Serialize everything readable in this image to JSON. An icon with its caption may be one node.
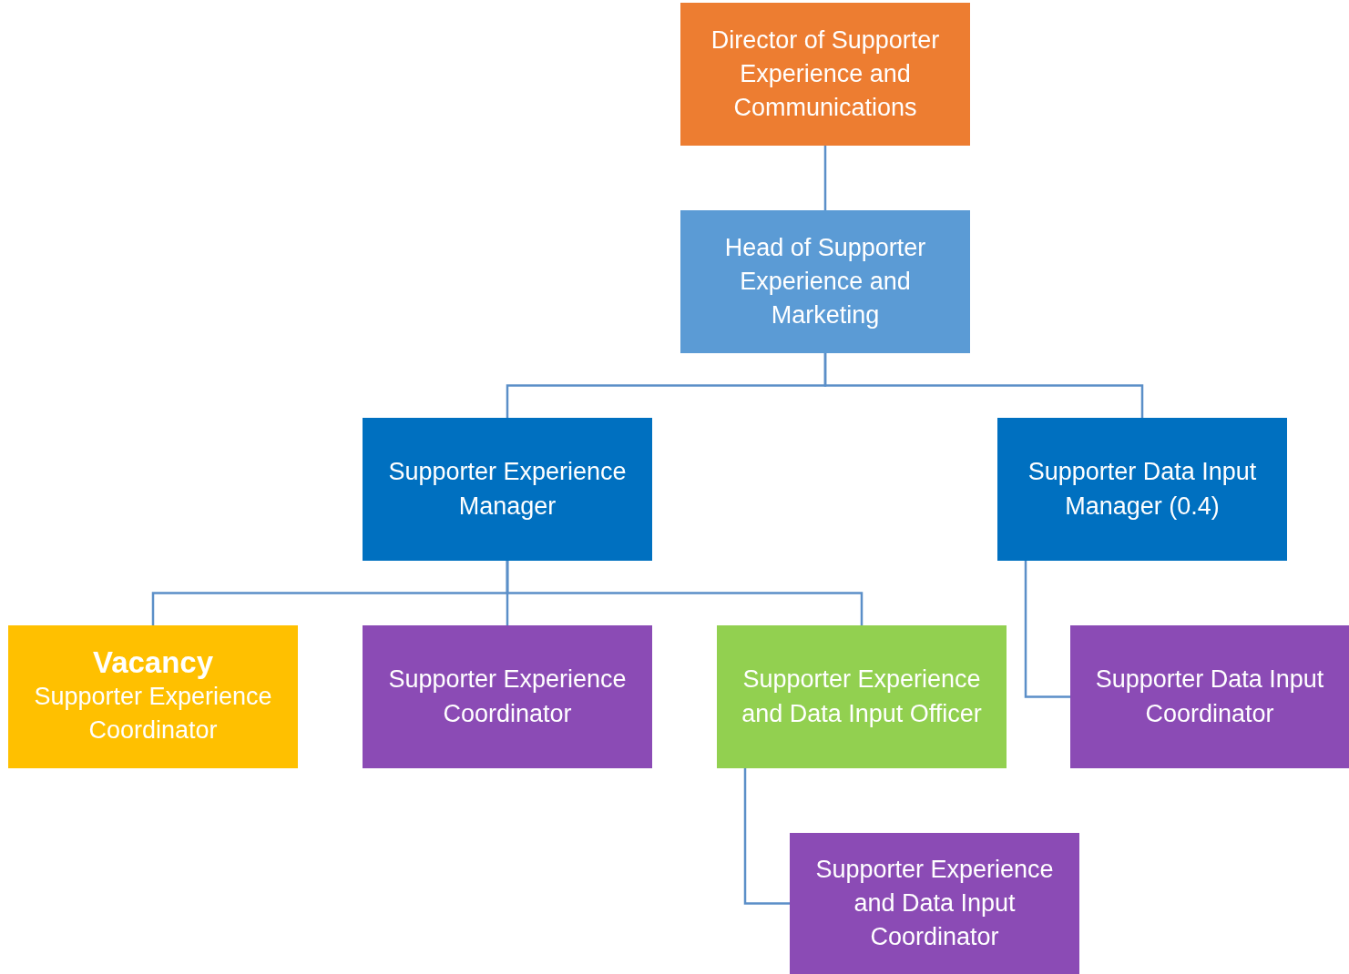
{
  "diagram": {
    "nodes": [
      {
        "text": [
          "Director of Supporter Experience and Communications"
        ]
      },
      {
        "text": [
          "Head of Supporter Experience and Marketing"
        ]
      },
      {
        "text": [
          "Supporter Experience Manager"
        ]
      },
      {
        "text": [
          "Supporter Data Input Manager (0.4)"
        ]
      },
      {
        "text": [
          "Vacancy",
          "Supporter Experience Coordinator"
        ]
      },
      {
        "text": [
          "Supporter Experience Coordinator"
        ]
      },
      {
        "text": [
          "Supporter Experience and Data Input Officer"
        ]
      },
      {
        "text": [
          "Supporter Data Input Coordinator"
        ]
      },
      {
        "text": [
          "Supporter Experience and Data Input Coordinator"
        ]
      }
    ],
    "edges": [
      {
        "from": 0,
        "to": 1,
        "arrow": "none"
      },
      {
        "from": 1,
        "to": 2,
        "arrow": "none"
      },
      {
        "from": 1,
        "to": 3,
        "arrow": "none"
      },
      {
        "from": 2,
        "to": 4,
        "arrow": "none"
      },
      {
        "from": 2,
        "to": 5,
        "arrow": "none"
      },
      {
        "from": 2,
        "to": 6,
        "arrow": "none"
      },
      {
        "from": 3,
        "to": 7,
        "arrow": "none"
      },
      {
        "from": 6,
        "to": 8,
        "arrow": "none"
      }
    ]
  }
}
